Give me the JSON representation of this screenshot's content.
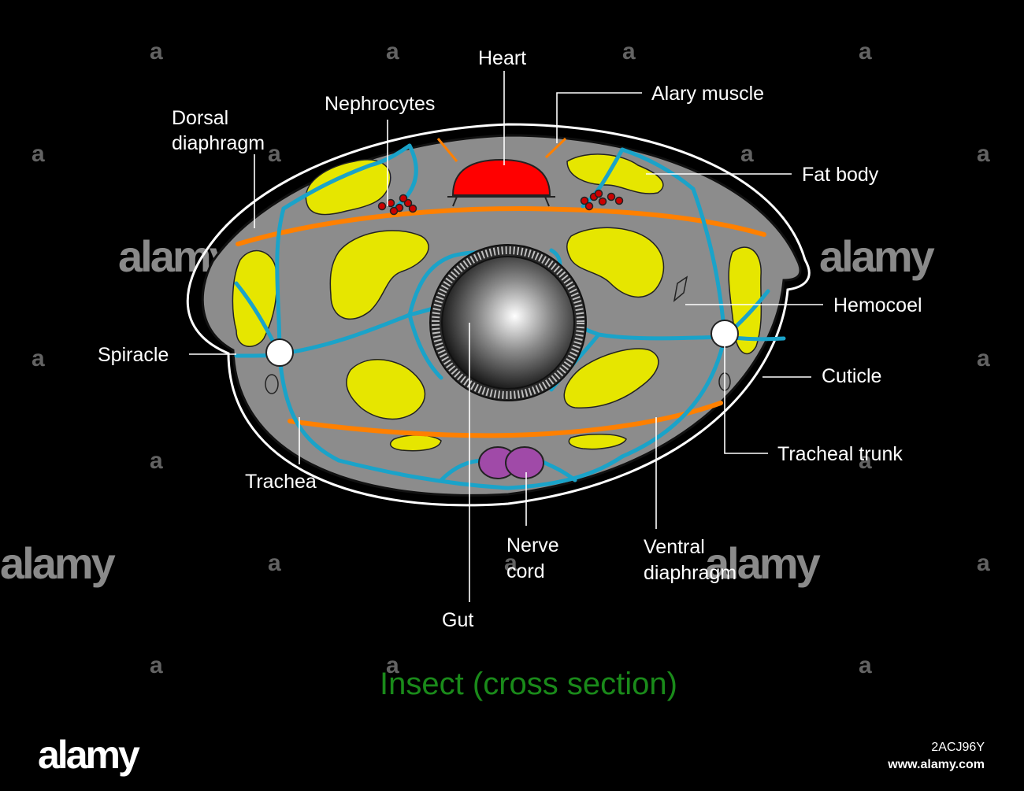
{
  "title": "Insect (cross section)",
  "labels": {
    "heart": "Heart",
    "alary_muscle": "Alary muscle",
    "nephrocytes": "Nephrocytes",
    "dorsal_diaphragm_1": "Dorsal",
    "dorsal_diaphragm_2": "diaphragm",
    "fat_body": "Fat body",
    "hemocoel": "Hemocoel",
    "spiracle": "Spiracle",
    "cuticle": "Cuticle",
    "tracheal_trunk": "Tracheal trunk",
    "trachea": "Trachea",
    "nerve_cord_1": "Nerve",
    "nerve_cord_2": "cord",
    "ventral_diaphragm_1": "Ventral",
    "ventral_diaphragm_2": "diaphragm",
    "gut": "Gut"
  },
  "watermark": {
    "brand": "alamy",
    "mark": "a",
    "image_id": "2ACJ96Y",
    "url": "www.alamy.com"
  },
  "colors": {
    "background": "#000000",
    "body": "#8c8c8c",
    "fat_body": "#e6e600",
    "trachea": "#1aa3c9",
    "diaphragm": "#ff8000",
    "heart": "#ff0000",
    "nerve_cord": "#a04aa8",
    "nephrocytes": "#cc0000",
    "title": "#1a8a1a"
  }
}
